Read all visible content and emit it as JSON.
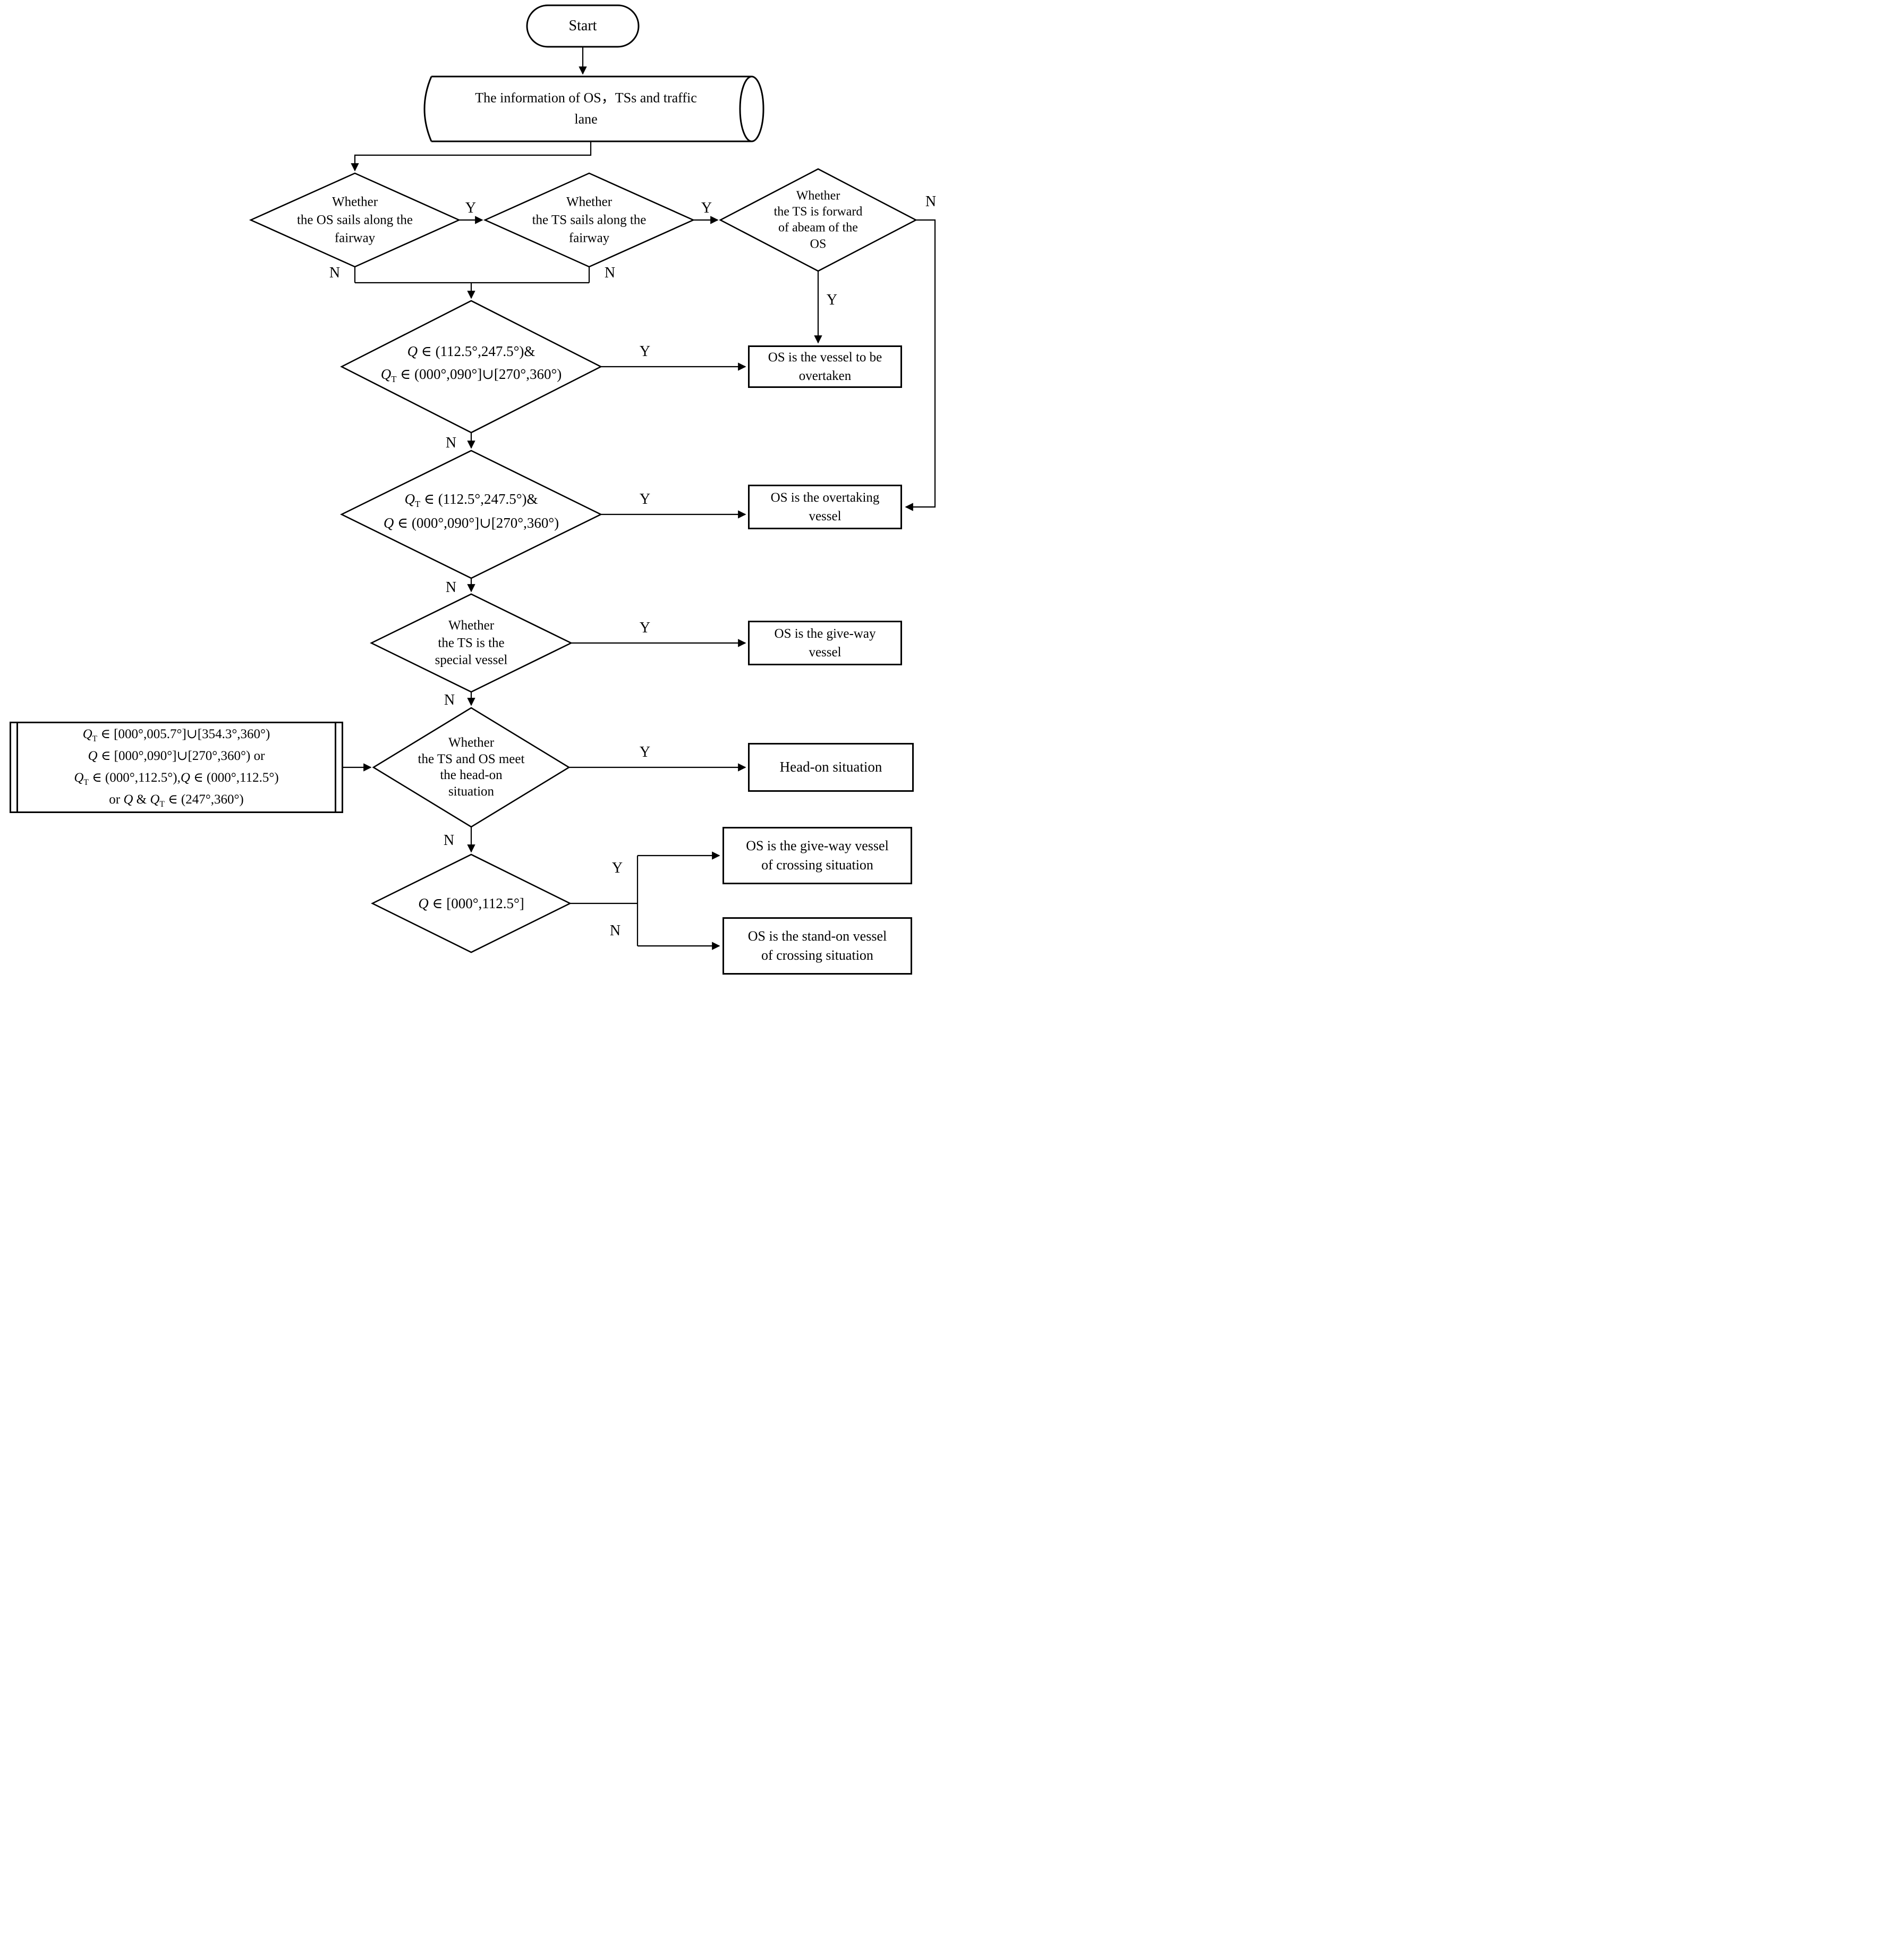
{
  "branch_labels": {
    "yes": "Y",
    "no": "N"
  },
  "nodes": {
    "start": {
      "label": "Start"
    },
    "input_info": {
      "label": "The information of OS，TSs and traffic\nlane"
    },
    "os_fairway": {
      "label": "Whether\nthe OS sails along the\nfairway"
    },
    "ts_fairway": {
      "label": "Whether\nthe TS sails along the\nfairway"
    },
    "ts_forward_abeam": {
      "label": "Whether\nthe TS is forward\nof abeam of the\nOS"
    },
    "q_overtaken": {
      "label": "Q ∈ (112.5°,247.5°)&\nQ_{T} ∈ (000°,090°]∪[270°,360°)"
    },
    "q_overtaking": {
      "label": "Q_{T} ∈ (112.5°,247.5°)&\nQ ∈ (000°,090°]∪[270°,360°)"
    },
    "ts_special": {
      "label": "Whether\nthe TS is the\nspecial vessel"
    },
    "headon_check": {
      "label": "Whether\nthe TS and OS  meet\nthe head-on\nsituation"
    },
    "headon_condition": {
      "label": "Q_{T} ∈ [000°,005.7°]∪[354.3°,360°)\nQ ∈ [000°,090°]∪[270°,360°)  or\nQ_{T} ∈ (000°,112.5°),Q ∈ (000°,112.5°)\nor  Q  &  Q_{T} ∈ (247°,360°)"
    },
    "q_crossing": {
      "label": "Q ∈ [000°,112.5°]"
    },
    "res_overtaken": {
      "label": "OS is the vessel to be\novertaken"
    },
    "res_overtaking": {
      "label": "OS is the overtaking\nvessel"
    },
    "res_giveway": {
      "label": "OS is the give-way\nvessel"
    },
    "res_headon": {
      "label": "Head-on situation"
    },
    "res_cross_giveway": {
      "label": "OS is the give-way vessel\nof crossing situation"
    },
    "res_cross_standon": {
      "label": "OS is the stand-on vessel\nof crossing situation"
    }
  }
}
